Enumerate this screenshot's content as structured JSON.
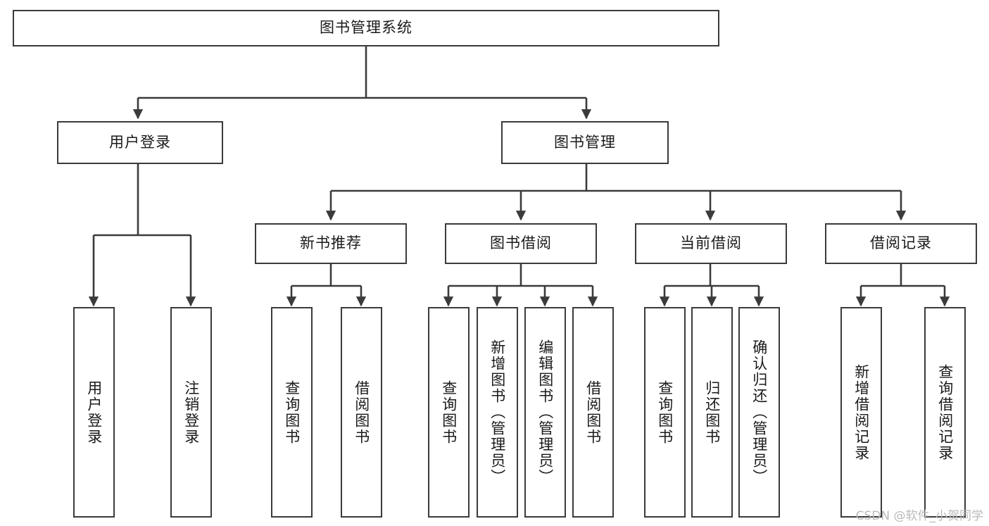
{
  "diagram": {
    "title": "图书管理系统",
    "type": "tree",
    "watermark": "CSDN @软件_小贺同学",
    "colors": {
      "stroke": "#3b3b3b",
      "background": "#ffffff",
      "text": "#1a1a1a",
      "watermark": "#b9b9b9"
    },
    "nodes": {
      "root": {
        "label": "图书管理系统",
        "orientation": "horizontal"
      },
      "level2": [
        {
          "id": "user-login",
          "label": "用户登录",
          "orientation": "horizontal"
        },
        {
          "id": "book-manage",
          "label": "图书管理",
          "orientation": "horizontal"
        }
      ],
      "level3": [
        {
          "id": "new-book-recommend",
          "label": "新书推荐",
          "orientation": "horizontal"
        },
        {
          "id": "book-borrow",
          "label": "图书借阅",
          "orientation": "horizontal"
        },
        {
          "id": "current-borrow",
          "label": "当前借阅",
          "orientation": "horizontal"
        },
        {
          "id": "borrow-record",
          "label": "借阅记录",
          "orientation": "horizontal"
        }
      ],
      "leaves": {
        "user-login": [
          {
            "id": "leaf-user-login",
            "label": "用户登录",
            "orientation": "vertical"
          },
          {
            "id": "leaf-user-logout",
            "label": "注销登录",
            "orientation": "vertical"
          }
        ],
        "new-book-recommend": [
          {
            "id": "leaf-query-book-1",
            "label": "查询图书",
            "orientation": "vertical"
          },
          {
            "id": "leaf-borrow-book-1",
            "label": "借阅图书",
            "orientation": "vertical"
          }
        ],
        "book-borrow": [
          {
            "id": "leaf-query-book-2",
            "label": "查询图书",
            "orientation": "vertical"
          },
          {
            "id": "leaf-add-book",
            "label": "新增图书（管理员）",
            "orientation": "vertical"
          },
          {
            "id": "leaf-edit-book",
            "label": "编辑图书（管理员）",
            "orientation": "vertical"
          },
          {
            "id": "leaf-borrow-book-2",
            "label": "借阅图书",
            "orientation": "vertical"
          }
        ],
        "current-borrow": [
          {
            "id": "leaf-query-book-3",
            "label": "查询图书",
            "orientation": "vertical"
          },
          {
            "id": "leaf-return-book",
            "label": "归还图书",
            "orientation": "vertical"
          },
          {
            "id": "leaf-confirm-return",
            "label": "确认归还（管理员）",
            "orientation": "vertical"
          }
        ],
        "borrow-record": [
          {
            "id": "leaf-add-record",
            "label": "新增借阅记录",
            "orientation": "vertical"
          },
          {
            "id": "leaf-query-record",
            "label": "查询借阅记录",
            "orientation": "vertical"
          }
        ]
      }
    }
  }
}
